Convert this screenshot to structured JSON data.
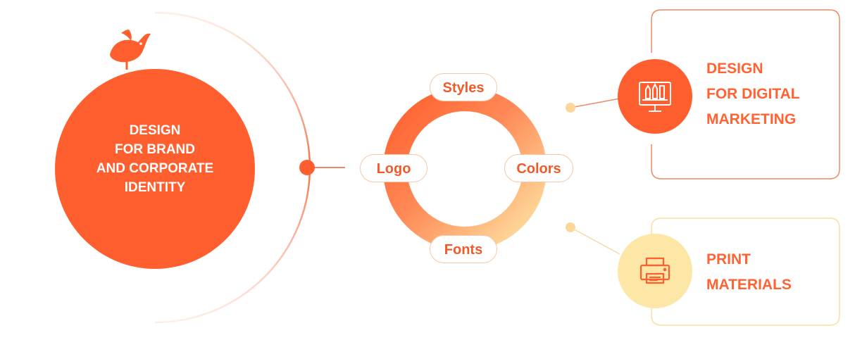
{
  "colors": {
    "primary": "#ff5f2e",
    "accent_text": "#f15a29",
    "soft_yellow": "#fde7a6",
    "yellow_border": "#f9dfa0",
    "orange_border": "#ef8a63",
    "ring_start": "#ff6a36",
    "ring_end": "#fde3a2"
  },
  "icons": {
    "bird": "bird-icon",
    "digital": "monitor-design-tools-icon",
    "print": "printer-icon"
  },
  "main": {
    "lines": [
      "DESIGN",
      "FOR BRAND",
      "AND CORPORATE",
      "IDENTITY"
    ]
  },
  "ring": {
    "items": [
      "Styles",
      "Colors",
      "Fonts",
      "Logo"
    ]
  },
  "cards": {
    "digital": {
      "lines": [
        "DESIGN",
        "FOR DIGITAL",
        "MARKETING"
      ]
    },
    "print": {
      "lines": [
        "PRINT",
        "MATERIALS"
      ]
    }
  }
}
